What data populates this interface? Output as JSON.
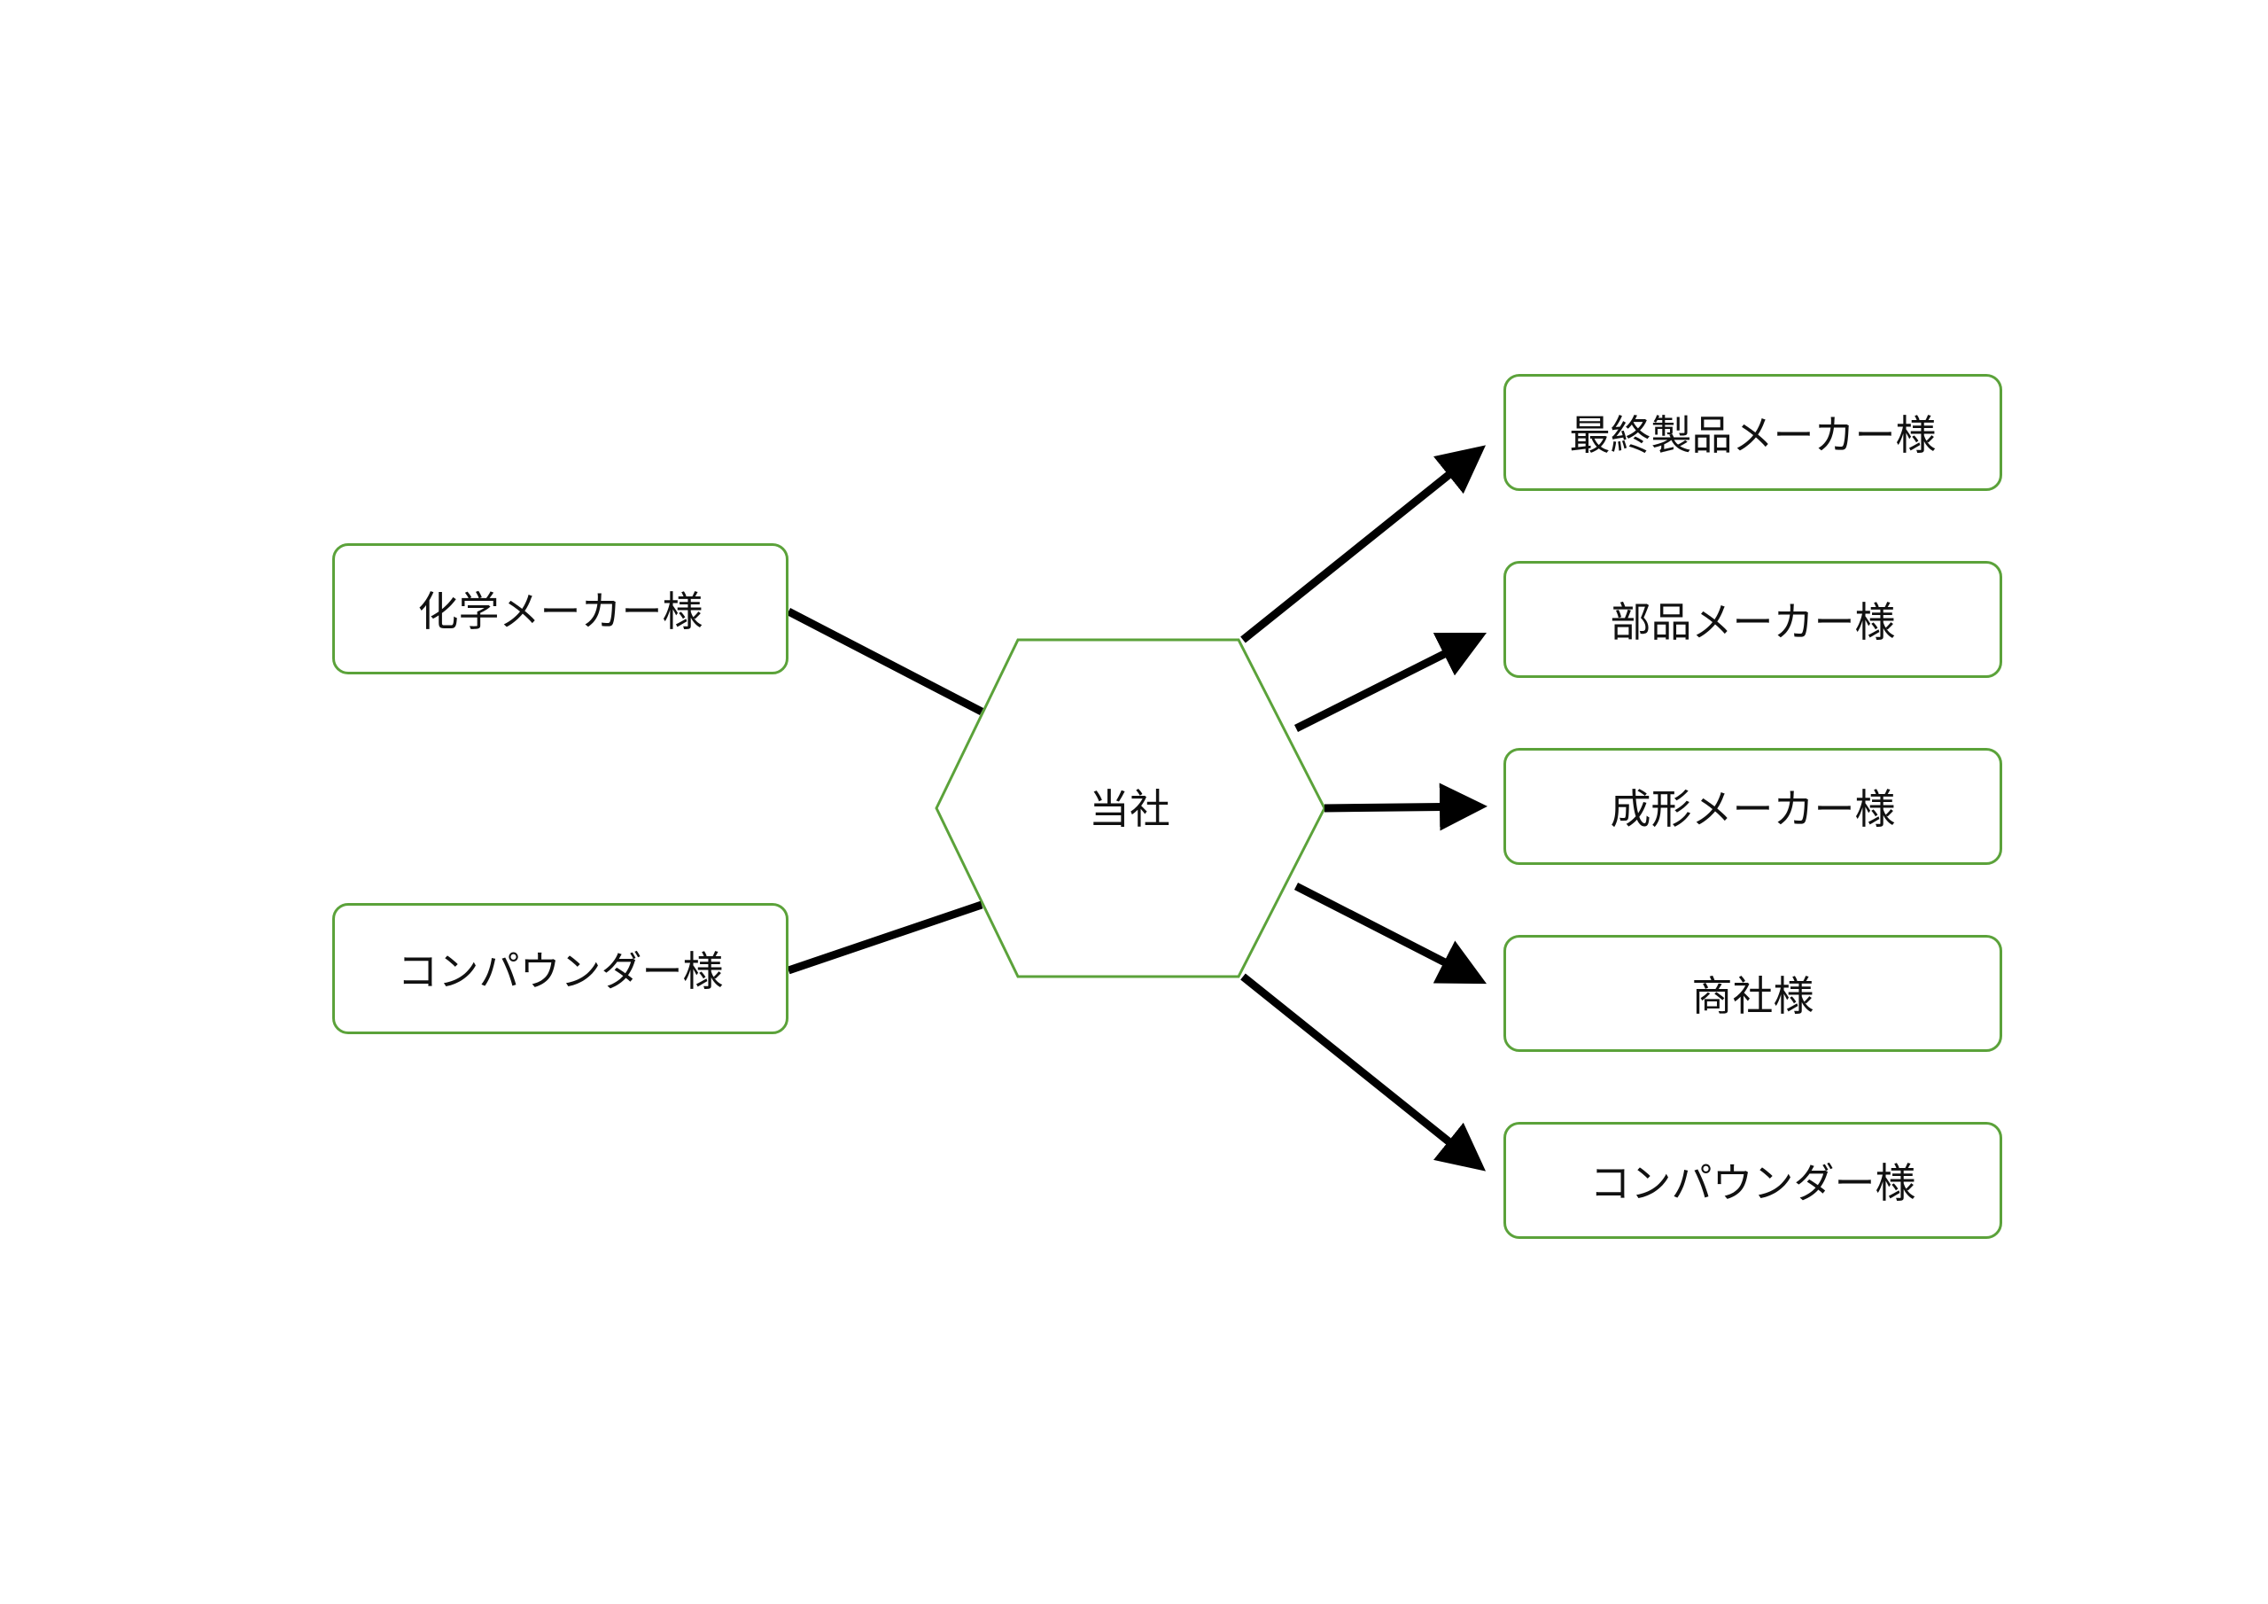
{
  "colors": {
    "node_border": "#5ba23a",
    "arrow": "#000000",
    "text": "#111111",
    "background": "#ffffff"
  },
  "hub": {
    "label": "当社"
  },
  "suppliers": [
    {
      "id": "chem",
      "label": "化学メーカー様"
    },
    {
      "id": "comp-in",
      "label": "コンパウンダー様"
    }
  ],
  "customers": [
    {
      "id": "final",
      "label": "最終製品メーカー様"
    },
    {
      "id": "parts",
      "label": "部品メーカー様"
    },
    {
      "id": "molding",
      "label": "成形メーカー様"
    },
    {
      "id": "trading",
      "label": "商社様"
    },
    {
      "id": "comp-out",
      "label": "コンパウンダー様"
    }
  ]
}
